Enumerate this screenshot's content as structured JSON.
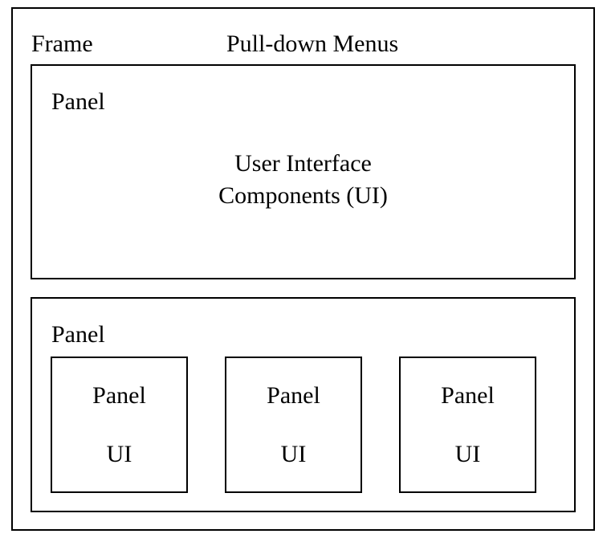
{
  "frame": {
    "label": "Frame",
    "menus_label": "Pull-down Menus"
  },
  "top_panel": {
    "label": "Panel",
    "content_line1": "User Interface",
    "content_line2": "Components (UI)"
  },
  "bottom_panel": {
    "label": "Panel",
    "sub_panels": [
      {
        "label": "Panel",
        "content": "UI"
      },
      {
        "label": "Panel",
        "content": "UI"
      },
      {
        "label": "Panel",
        "content": "UI"
      }
    ]
  }
}
